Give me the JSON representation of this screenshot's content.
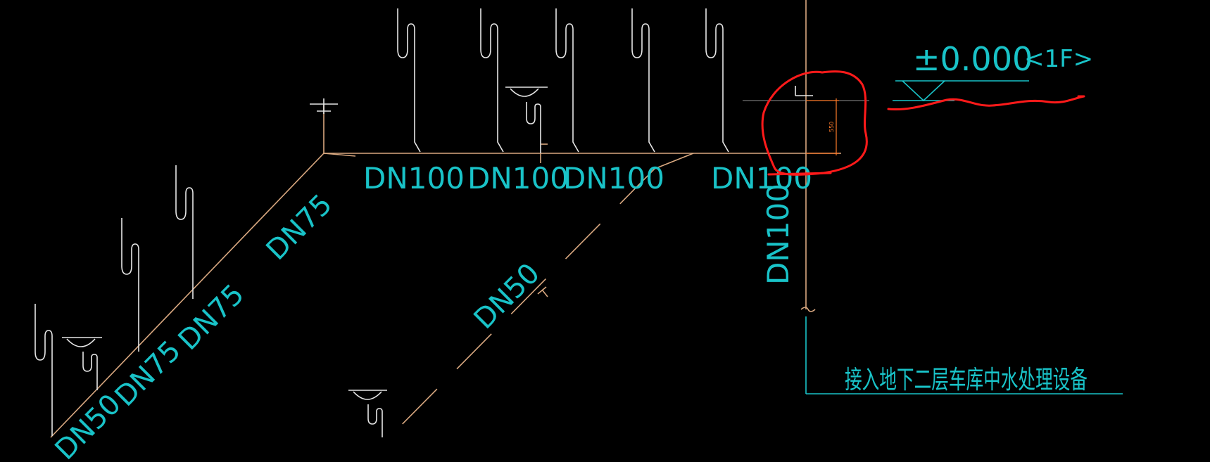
{
  "labels": {
    "dn100_a": "DN100",
    "dn100_b": "DN100",
    "dn100_c": "DN100",
    "dn100_d": "DN100",
    "dn100_vertical": "DN100",
    "dn75_upper": "DN75",
    "dn75_mid": "DN75",
    "dn75_low": "DN75",
    "dn50_left": "DN50",
    "dn50_center": "DN50",
    "elevation": "±0.000",
    "floor_tag": "<1F>",
    "dim_value": "550",
    "note": "接入地下二层车库中水处理设备"
  },
  "colors": {
    "background": "#000000",
    "text": "#19c3c8",
    "pipe": "#d9a880",
    "fixture": "#e6e6e6",
    "markup": "#ff1a1a",
    "dimension": "#ff7b2a"
  }
}
